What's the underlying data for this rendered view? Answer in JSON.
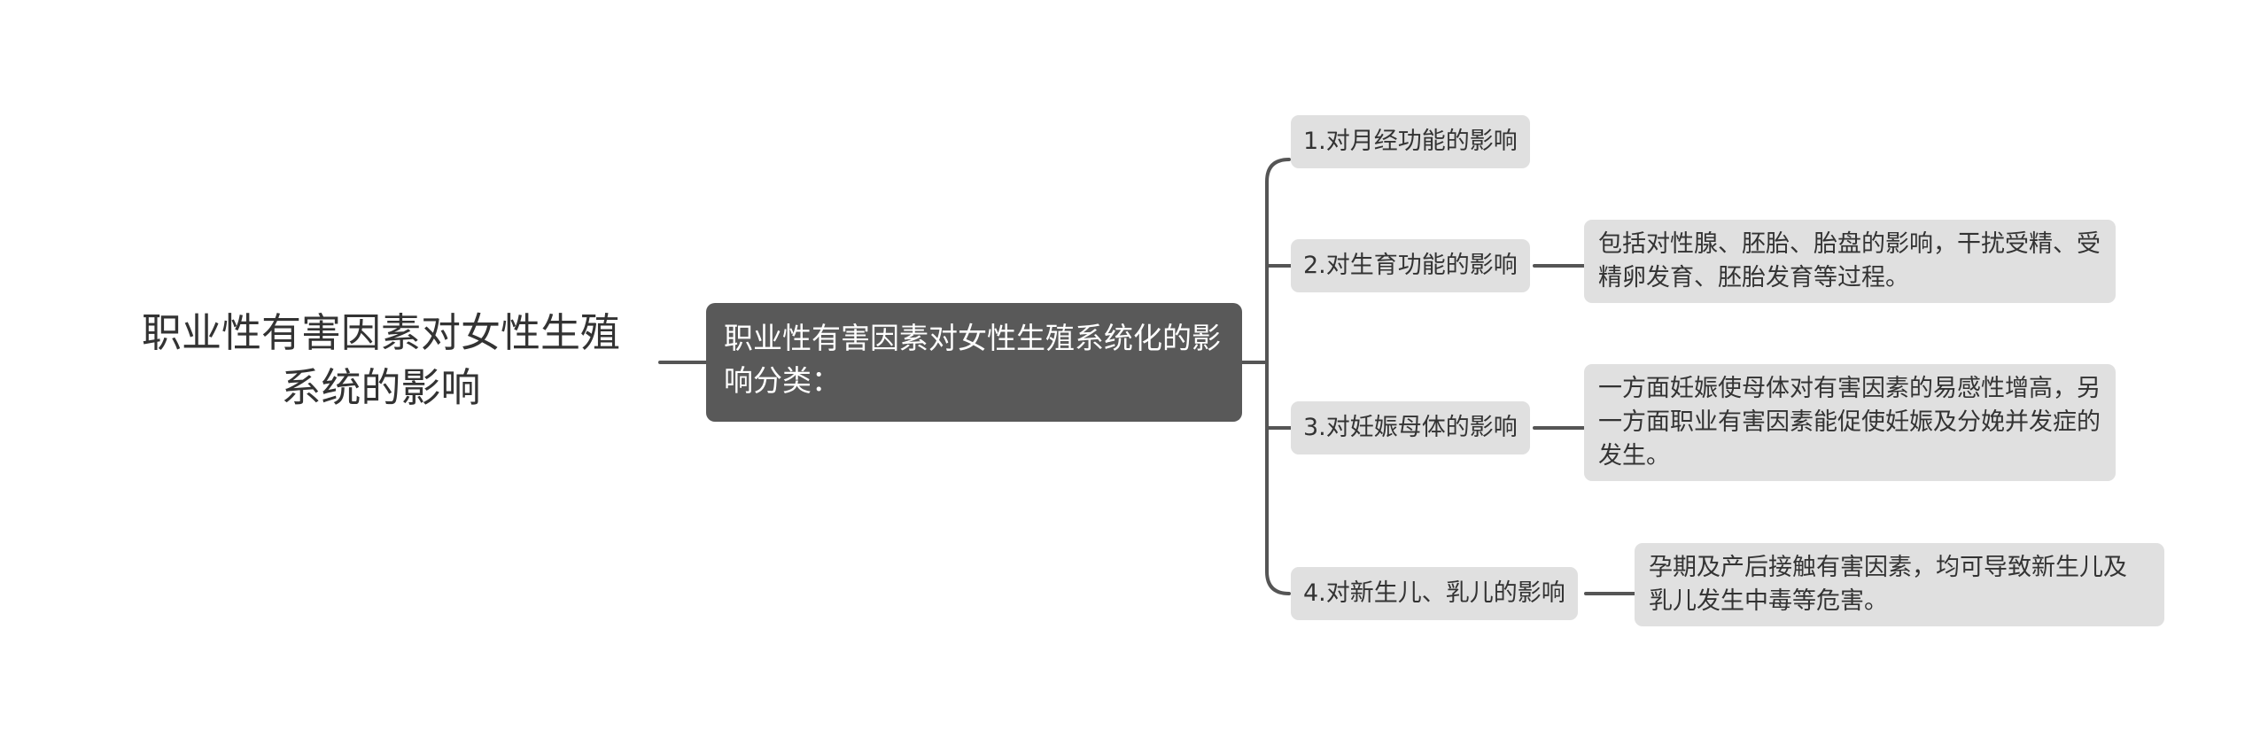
{
  "root": {
    "title": "职业性有害因素对女性生殖系统的影响"
  },
  "main": {
    "label": "职业性有害因素对女性生殖系统化的影响分类："
  },
  "branches": [
    {
      "label": "1.对月经功能的影响"
    },
    {
      "label": "2.对生育功能的影响",
      "detail": "包括对性腺、胚胎、胎盘的影响，干扰受精、受精卵发育、胚胎发育等过程。"
    },
    {
      "label": "3.对妊娠母体的影响",
      "detail": "一方面妊娠使母体对有害因素的易感性增高，另一方面职业有害因素能促使妊娠及分娩并发症的发生。"
    },
    {
      "label": "4.对新生儿、乳儿的影响",
      "detail": "孕期及产后接触有害因素，均可导致新生儿及乳儿发生中毒等危害。"
    }
  ]
}
